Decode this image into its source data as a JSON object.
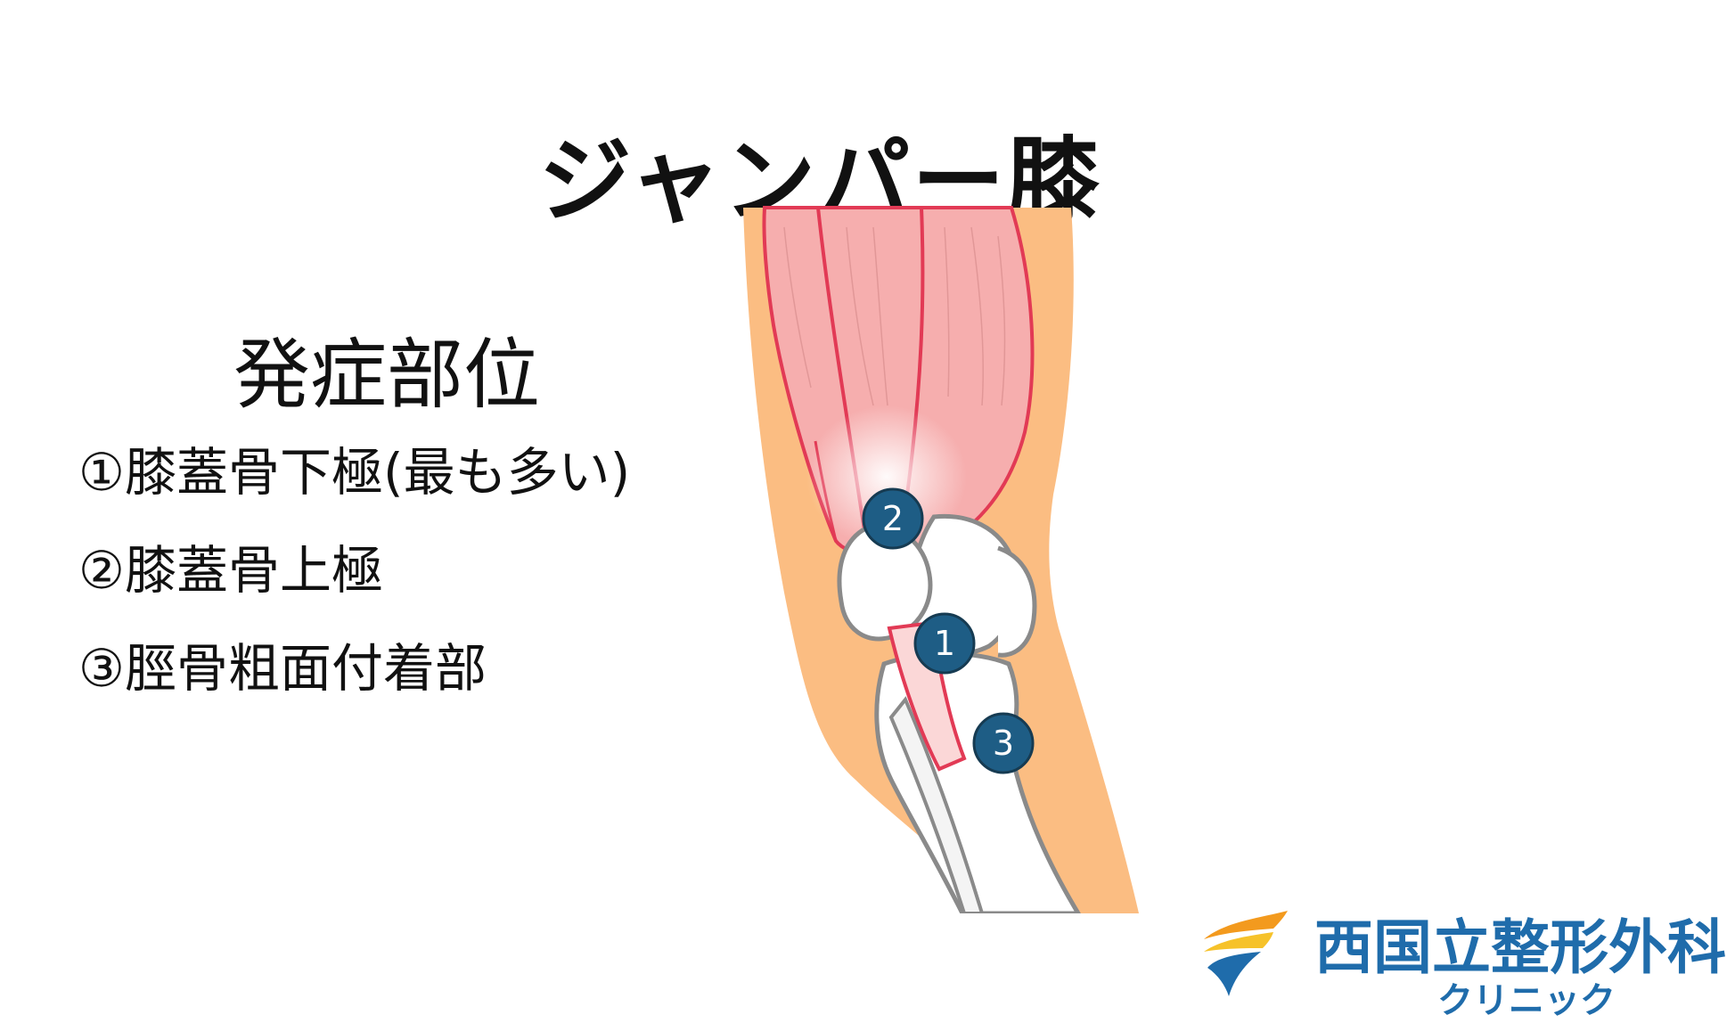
{
  "title": "ジャンパー膝",
  "section_heading": "発症部位",
  "sites": [
    "①膝蓋骨下極(最も多い)",
    "②膝蓋骨上極",
    "③脛骨粗面付着部"
  ],
  "markers": [
    "1",
    "2",
    "3"
  ],
  "logo": {
    "name": "西国立整形外科",
    "subtitle": "クリニック"
  },
  "colors": {
    "skin": "#fbbd82",
    "muscle": "#f6aeae",
    "muscle_line": "#e23a55",
    "bone_outline": "#8a8a8a",
    "marker": "#1e5d85",
    "brand": "#1f6cab"
  }
}
